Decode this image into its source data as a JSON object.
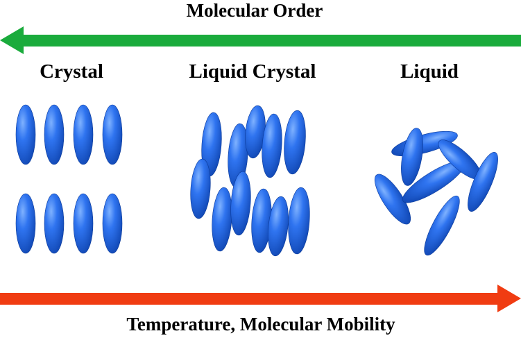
{
  "top_arrow": {
    "label": "Molecular Order",
    "color": "#1aab3c",
    "direction": "left"
  },
  "bottom_arrow": {
    "label": "Temperature, Molecular Mobility",
    "color": "#f03c12",
    "direction": "right"
  },
  "phases": [
    {
      "label": "Crystal",
      "arrangement": "aligned grid"
    },
    {
      "label": "Liquid Crystal",
      "arrangement": "parallel, shifted"
    },
    {
      "label": "Liquid",
      "arrangement": "random"
    }
  ],
  "molecule_color": "#1f63e0",
  "molecule_icon": "ellipsoid-molecule"
}
